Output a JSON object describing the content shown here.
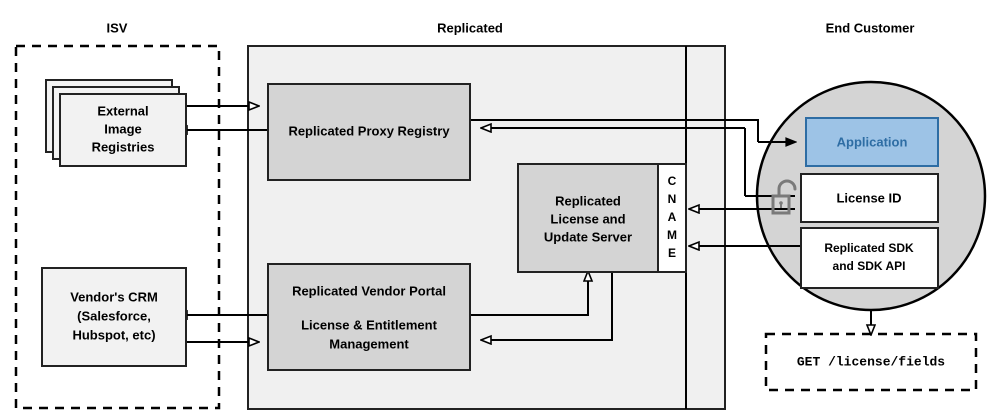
{
  "diagram": {
    "title_zones": [
      {
        "name": "isv",
        "label": "ISV"
      },
      {
        "name": "replicated",
        "label": "Replicated"
      },
      {
        "name": "end-customer",
        "label": "End Customer"
      }
    ],
    "isv": {
      "external_registries": {
        "line1": "External",
        "line2": "Image",
        "line3": "Registries"
      },
      "vendor_crm": {
        "line1": "Vendor's CRM",
        "line2": "(Salesforce,",
        "line3": "Hubspot, etc)"
      }
    },
    "replicated": {
      "proxy_registry": {
        "label": "Replicated Proxy Registry"
      },
      "license_server": {
        "line1": "Replicated",
        "line2": "License and",
        "line3": "Update Server"
      },
      "cname": {
        "label": "CNAME",
        "letters": [
          "C",
          "N",
          "A",
          "M",
          "E"
        ]
      },
      "vendor_portal": {
        "line1": "Replicated Vendor Portal",
        "line2": "License & Entitlement",
        "line3": "Management"
      }
    },
    "end_customer": {
      "application": {
        "label": "Application"
      },
      "license_id": {
        "label": "License ID"
      },
      "sdk": {
        "line1": "Replicated SDK",
        "line2": "and SDK API"
      },
      "lock_icon_name": "unlocked-padlock-icon",
      "api_call": {
        "label": "GET /license/fields"
      }
    },
    "colors": {
      "panel_fill": "#f0f0f0",
      "node_fill": "#d4d4d4",
      "white_fill": "#ffffff",
      "accent_blue_fill": "#9dc3e6",
      "accent_blue_stroke": "#2e6da4",
      "stroke": "#222222",
      "lock_gray": "#7a7a7a"
    }
  }
}
